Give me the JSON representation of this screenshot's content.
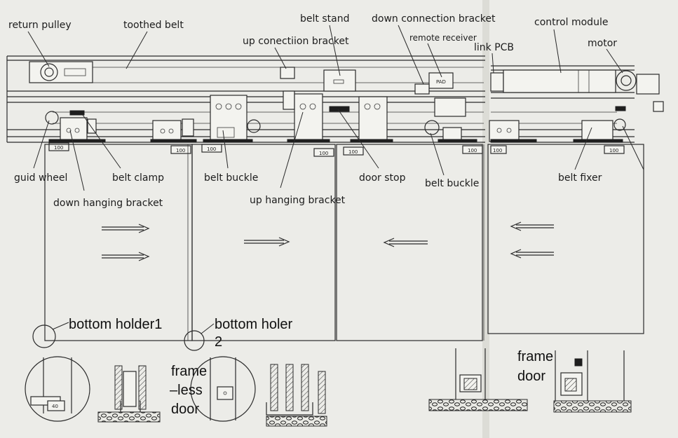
{
  "diagram": {
    "callouts": {
      "return_pulley": "return pulley",
      "toothed_belt": "toothed belt",
      "belt_stand": "belt stand",
      "up_connection_bracket": "up conectiion bracket",
      "down_connection_bracket": "down connection bracket",
      "remote_receiver": "remote receiver",
      "link_pcb": "link PCB",
      "control_module": "control module",
      "motor": "motor",
      "guid_wheel": "guid wheel",
      "belt_clamp": "belt clamp",
      "down_hanging_bracket": "down hanging bracket",
      "belt_buckle_left": "belt buckle",
      "up_hanging_bracket": "up hanging bracket",
      "door_stop": "door stop",
      "belt_buckle_right": "belt buckle",
      "belt_fixer": "belt fixer"
    },
    "bottom_labels": {
      "bottom_holder1": "bottom holder1",
      "bottom_holer2_line1": "bottom holer",
      "bottom_holer2_line2": "2",
      "frameless_line1": "frame",
      "frameless_line2": "–less",
      "frameless_line3": "door",
      "frame_line1": "frame",
      "frame_line2": "door"
    },
    "dimension_marks": {
      "bracket_width": "100",
      "detail_dimension": "40"
    },
    "module_marks": {
      "receiver_text": "PAD"
    }
  }
}
